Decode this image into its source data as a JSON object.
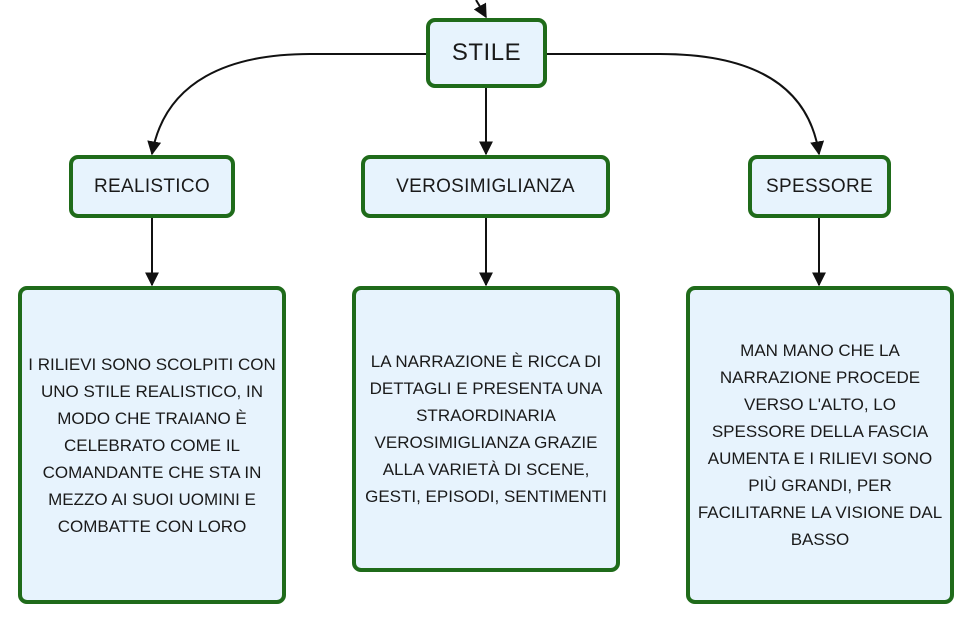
{
  "colors": {
    "node_border": "#1f6b1a",
    "node_fill": "#e7f3fd",
    "connector": "#111111",
    "text": "#1a1a1a"
  },
  "root": {
    "label": "STILE"
  },
  "branches": [
    {
      "head": "REALISTICO",
      "body": "I RILIEVI SONO SCOLPITI CON UNO STILE REALISTICO, IN MODO CHE TRAIANO È CELEBRATO COME IL COMANDANTE CHE STA IN MEZZO AI SUOI UOMINI E COMBATTE CON LORO"
    },
    {
      "head": "VEROSIMIGLIANZA",
      "body": "LA NARRAZIONE È RICCA DI DETTAGLI E PRESENTA UNA STRAORDINARIA VEROSIMIGLIANZA GRAZIE ALLA VARIETÀ DI SCENE, GESTI, EPISODI, SENTIMENTI"
    },
    {
      "head": "SPESSORE",
      "body": "MAN MANO CHE LA NARRAZIONE PROCEDE VERSO L'ALTO, LO SPESSORE DELLA FASCIA AUMENTA E I RILIEVI SONO PIÙ GRANDI, PER FACILITARNE LA VISIONE DAL BASSO"
    }
  ]
}
